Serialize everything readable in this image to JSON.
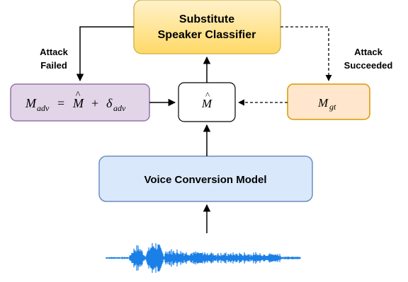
{
  "nodes": {
    "classifier": {
      "line1": "Substitute",
      "line2": "Speaker Classifier",
      "fill": "#fff2cc",
      "stroke": "#d6b656",
      "gradient_to": "#ffd966"
    },
    "mhat": {
      "symbol": "M",
      "hat": "^",
      "fill": "#ffffff",
      "stroke": "#000000"
    },
    "madv": {
      "lhs": "M",
      "lhs_sub": "adv",
      "eq": "=",
      "mhat": "M",
      "hat": "^",
      "plus": "+",
      "delta": "δ",
      "delta_sub": "adv",
      "fill": "#e1d5e7",
      "stroke": "#9673a6"
    },
    "mgt": {
      "symbol": "M",
      "sub": "gt",
      "fill": "#ffe6cc",
      "stroke": "#d79b00"
    },
    "vc_model": {
      "label": "Voice Conversion Model",
      "fill": "#dae8fc",
      "stroke": "#6c8ebf"
    }
  },
  "edges": {
    "attack_failed": {
      "line1": "Attack",
      "line2": "Failed"
    },
    "attack_succeeded": {
      "line1": "Attack",
      "line2": "Succeeded"
    }
  },
  "waveform": {
    "color": "#1a7fe6"
  }
}
